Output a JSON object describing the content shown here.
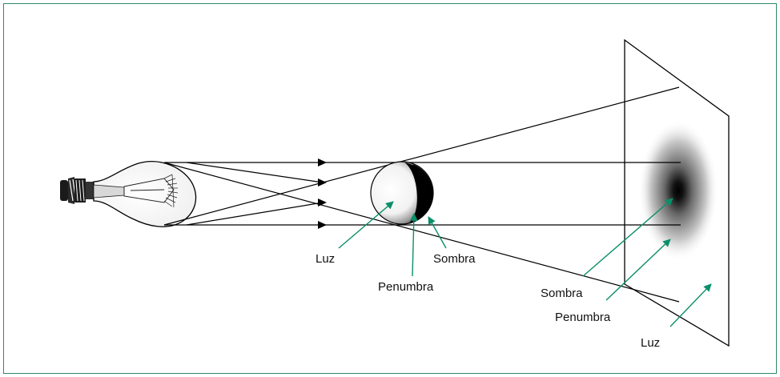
{
  "labels": {
    "sphere_light": "Luz",
    "sphere_shadow": "Sombra",
    "sphere_penumbra": "Penumbra",
    "screen_shadow": "Sombra",
    "screen_penumbra": "Penumbra",
    "screen_light": "Luz"
  },
  "colors": {
    "frame_border": "#2e8b6a",
    "arrow_callout": "#0a8f6a",
    "ray": "#000000"
  },
  "icons": [
    "light-bulb-icon"
  ]
}
